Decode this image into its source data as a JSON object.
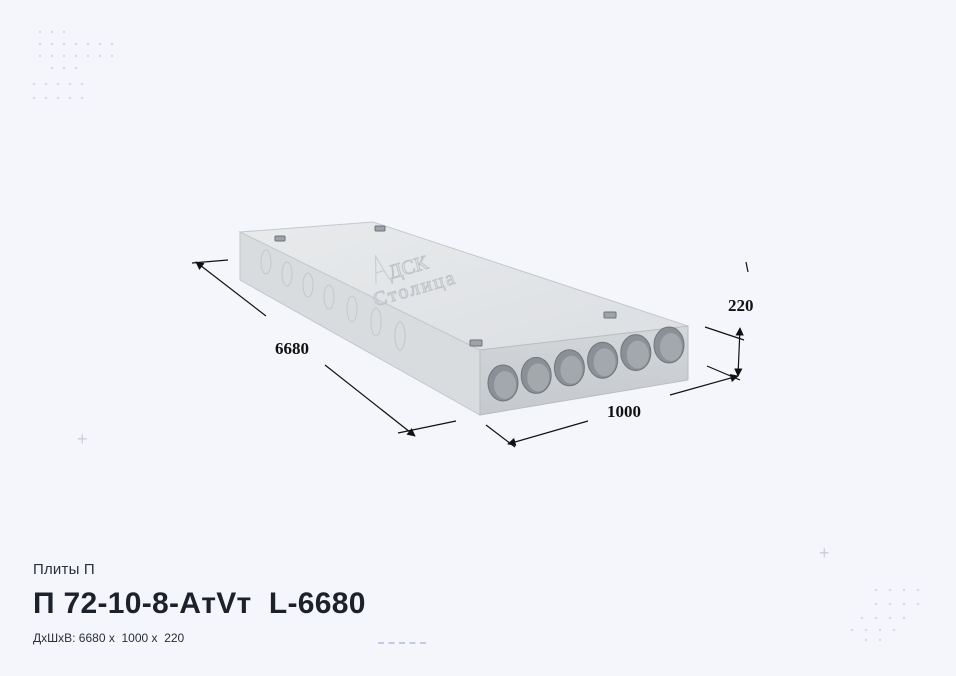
{
  "product": {
    "category": "Плиты П",
    "title": "П 72-10-8-AтVт  L-6680",
    "dimensions_caption": "ДхШхВ: 6680 х  1000 х  220"
  },
  "drawing": {
    "length_label": "6680",
    "width_label": "1000",
    "height_label": "220",
    "logo_top": "ДСК",
    "logo_bottom": "Столица",
    "hollow_core_count": 6
  },
  "colors": {
    "background": "#f4f6fb",
    "slab_top": "#e2e5e7",
    "slab_front": "#cfd3d6",
    "slab_side": "#d8dbde",
    "dimension_line": "#111111"
  }
}
